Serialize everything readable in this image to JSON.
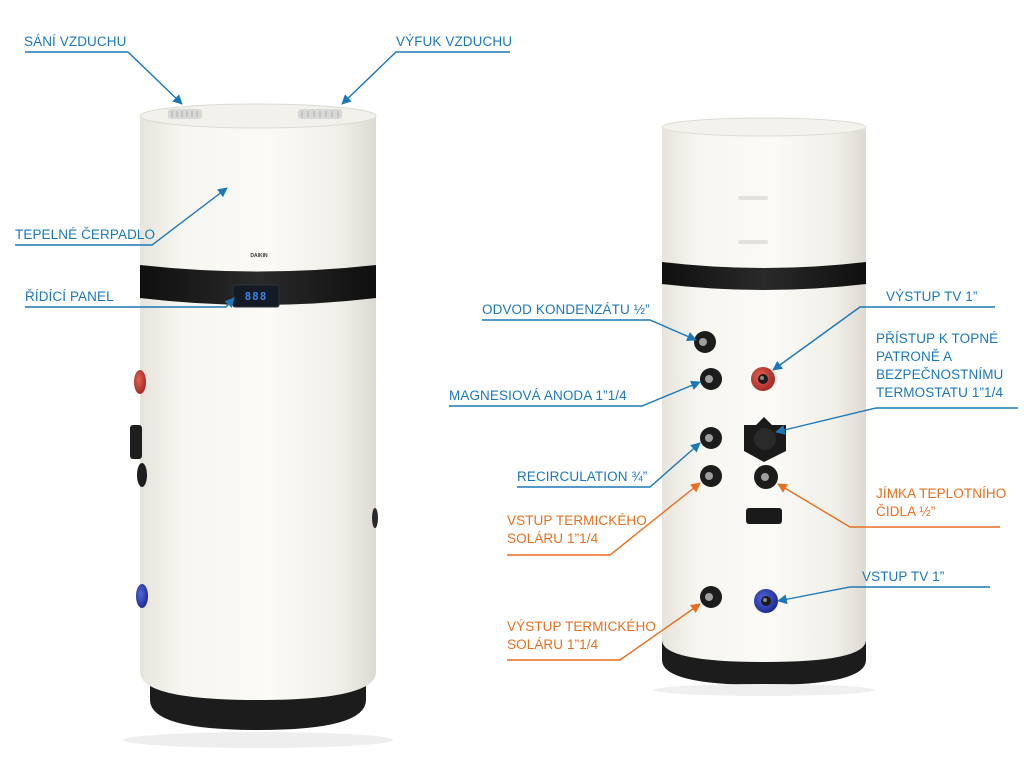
{
  "colors": {
    "callout_blue": "#1b78b8",
    "callout_orange": "#e56f1f",
    "body_white": "#f4f3ee",
    "band_black": "#1f1f1f",
    "display_digits": "#3f82e6",
    "port_hot": "#c8352f",
    "port_cold": "#2b3fb5"
  },
  "front_view": {
    "brand_logo": "DAIKIN",
    "display_readout": "888",
    "labels": {
      "air_intake": "SÁNÍ VZDUCHU",
      "air_exhaust": "VÝFUK VZDUCHU",
      "heat_pump": "TEPELNÉ ČERPADLO",
      "control_panel": "ŘÍDÍCÍ PANEL"
    }
  },
  "rear_view": {
    "labels": {
      "condensate_drain": "ODVOD KONDENZÁTU ½”",
      "magnesium_anode": "MAGNESIOVÁ ANODA 1”1/4",
      "recirculation": "RECIRCULATION ¾”",
      "solar_inlet": [
        "VSTUP TERMICKÉHO",
        "SOLÁRU 1”1/4"
      ],
      "solar_outlet": [
        "VÝSTUP TERMICKÉHO",
        "SOLÁRU 1”1/4"
      ],
      "dhw_outlet": "VÝSTUP TV 1”",
      "heater_access": [
        "PŘÍSTUP K TOPNÉ",
        "PATRONĚ A",
        "BEZPEČNOSTNÍMU",
        "TERMOSTATU 1”1/4"
      ],
      "sensor_well": [
        "JÍMKA TEPLOTNÍHO",
        "ČIDLA ½”"
      ],
      "dhw_inlet": "VSTUP TV 1”"
    }
  }
}
